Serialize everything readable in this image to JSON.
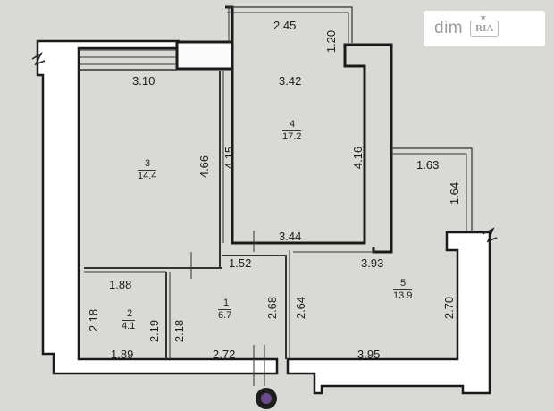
{
  "watermark": {
    "brand": "dim",
    "badge": "RIA"
  },
  "floor_plan": {
    "rooms": [
      {
        "number": "3",
        "area": "14.4"
      },
      {
        "number": "4",
        "area": "17.2"
      },
      {
        "number": "2",
        "area": "4.1"
      },
      {
        "number": "1",
        "area": "6.7"
      },
      {
        "number": "5",
        "area": "13.9"
      }
    ],
    "dimensions": {
      "top_balcony_width": "2.45",
      "top_balcony_depth": "1.20",
      "room3_top": "3.10",
      "room4_top": "3.42",
      "room3_height": "4.66",
      "room4_left": "4.15",
      "room4_right": "4.16",
      "side_balcony_width": "1.63",
      "side_balcony_depth": "1.64",
      "room4_bottom": "3.44",
      "hall_step": "1.52",
      "room5_top": "3.93",
      "room2_top": "1.88",
      "room2_left": "2.18",
      "room2_right": "2.19",
      "room1_left": "2.18",
      "room1_right": "2.68",
      "room5_left": "2.64",
      "room5_right": "2.70",
      "room2_bottom": "1.89",
      "room1_bottom": "2.72",
      "room5_bottom": "3.95"
    }
  }
}
